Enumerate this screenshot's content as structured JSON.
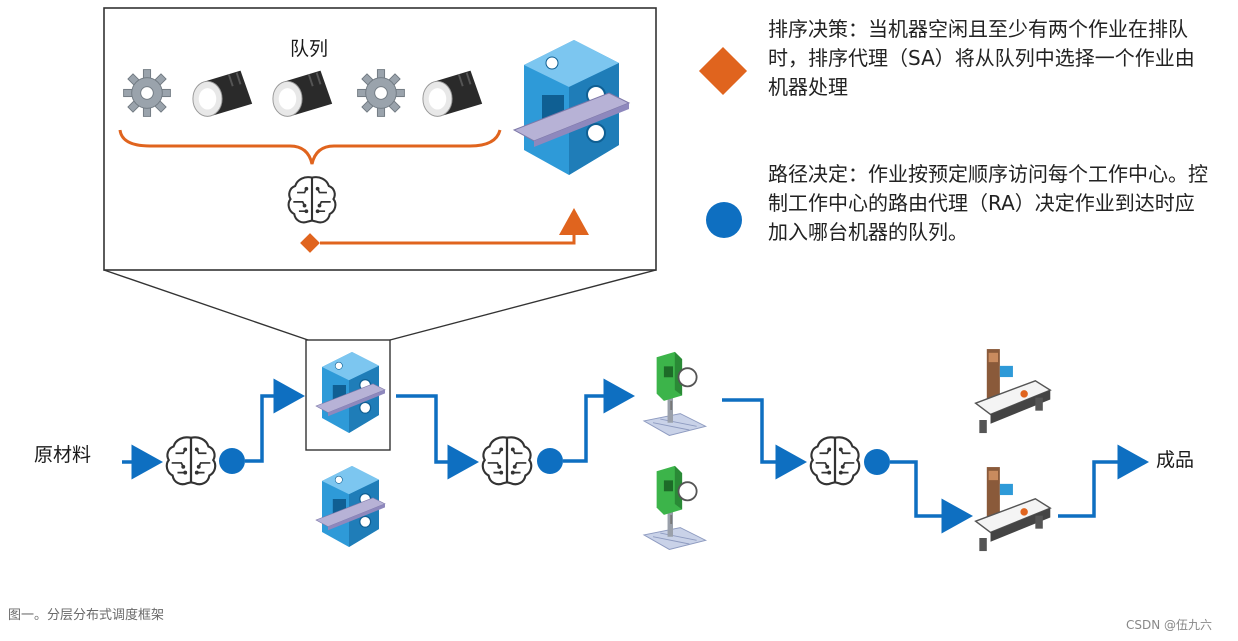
{
  "zoom_box": {
    "queue_label": "队列"
  },
  "legend": {
    "sequencing": {
      "text": "排序决策：当机器空闲且至少有两个作业在排队时，排序代理（SA）将从队列中选择一个作业由机器处理"
    },
    "routing": {
      "text": "路径决定：作业按预定顺序访问每个工作中心。控制工作中心的路由代理（RA）决定作业到达时应加入哪台机器的队列。"
    }
  },
  "flow": {
    "input_label": "原材料",
    "output_label": "成品"
  },
  "caption": "图一。分层分布式调度框架",
  "watermark": "CSDN @伍九六",
  "colors": {
    "orange": "#E0641E",
    "blue": "#0E6FC1",
    "machine": "#2E9AD8",
    "green": "#3CB44A"
  }
}
